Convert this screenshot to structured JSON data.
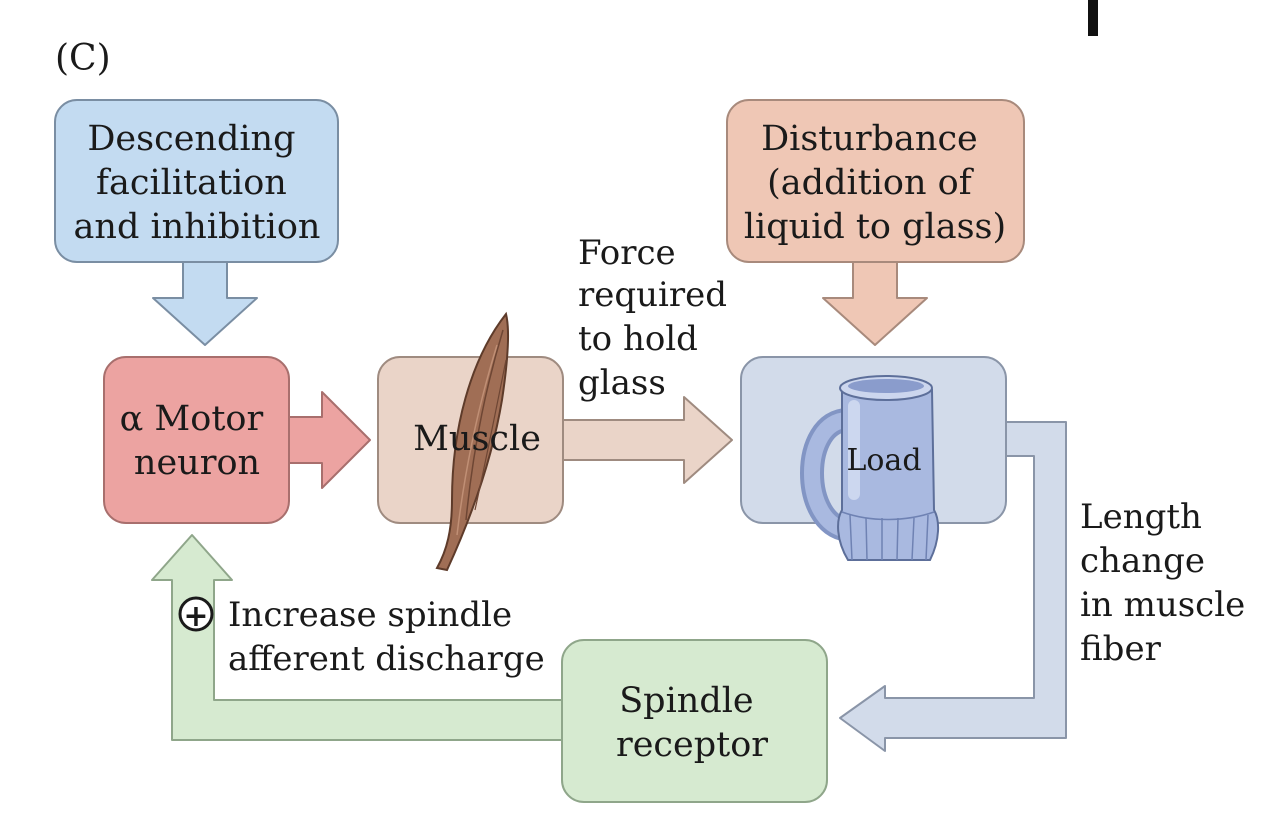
{
  "panel_label": "(C)",
  "boxes": {
    "descending": [
      "Descending",
      "facilitation",
      "and inhibition"
    ],
    "disturbance": [
      "Disturbance",
      "(addition of",
      "liquid to glass)"
    ],
    "motor_neuron": [
      "α Motor",
      "neuron"
    ],
    "muscle": [
      "Muscle"
    ],
    "load": [
      "Load"
    ],
    "spindle": [
      "Spindle",
      "receptor"
    ]
  },
  "labels": {
    "force": [
      "Force",
      "required",
      "to hold",
      "glass"
    ],
    "length_change": [
      "Length",
      "change",
      "in muscle",
      "fiber"
    ],
    "increase": [
      "Increase spindle",
      "afferent discharge"
    ],
    "plus_sign": "+"
  },
  "colors": {
    "descending_fill": "#c3dbf1",
    "disturbance_fill": "#efc7b5",
    "motor_fill": "#eca3a1",
    "muscle_fill": "#ead4c8",
    "load_fill": "#d2dbea",
    "spindle_fill": "#d6ead0",
    "muscle_tissue": "#a06e55",
    "glass_fill": "#a9b9e0",
    "stroke": "#7a7a7a"
  }
}
